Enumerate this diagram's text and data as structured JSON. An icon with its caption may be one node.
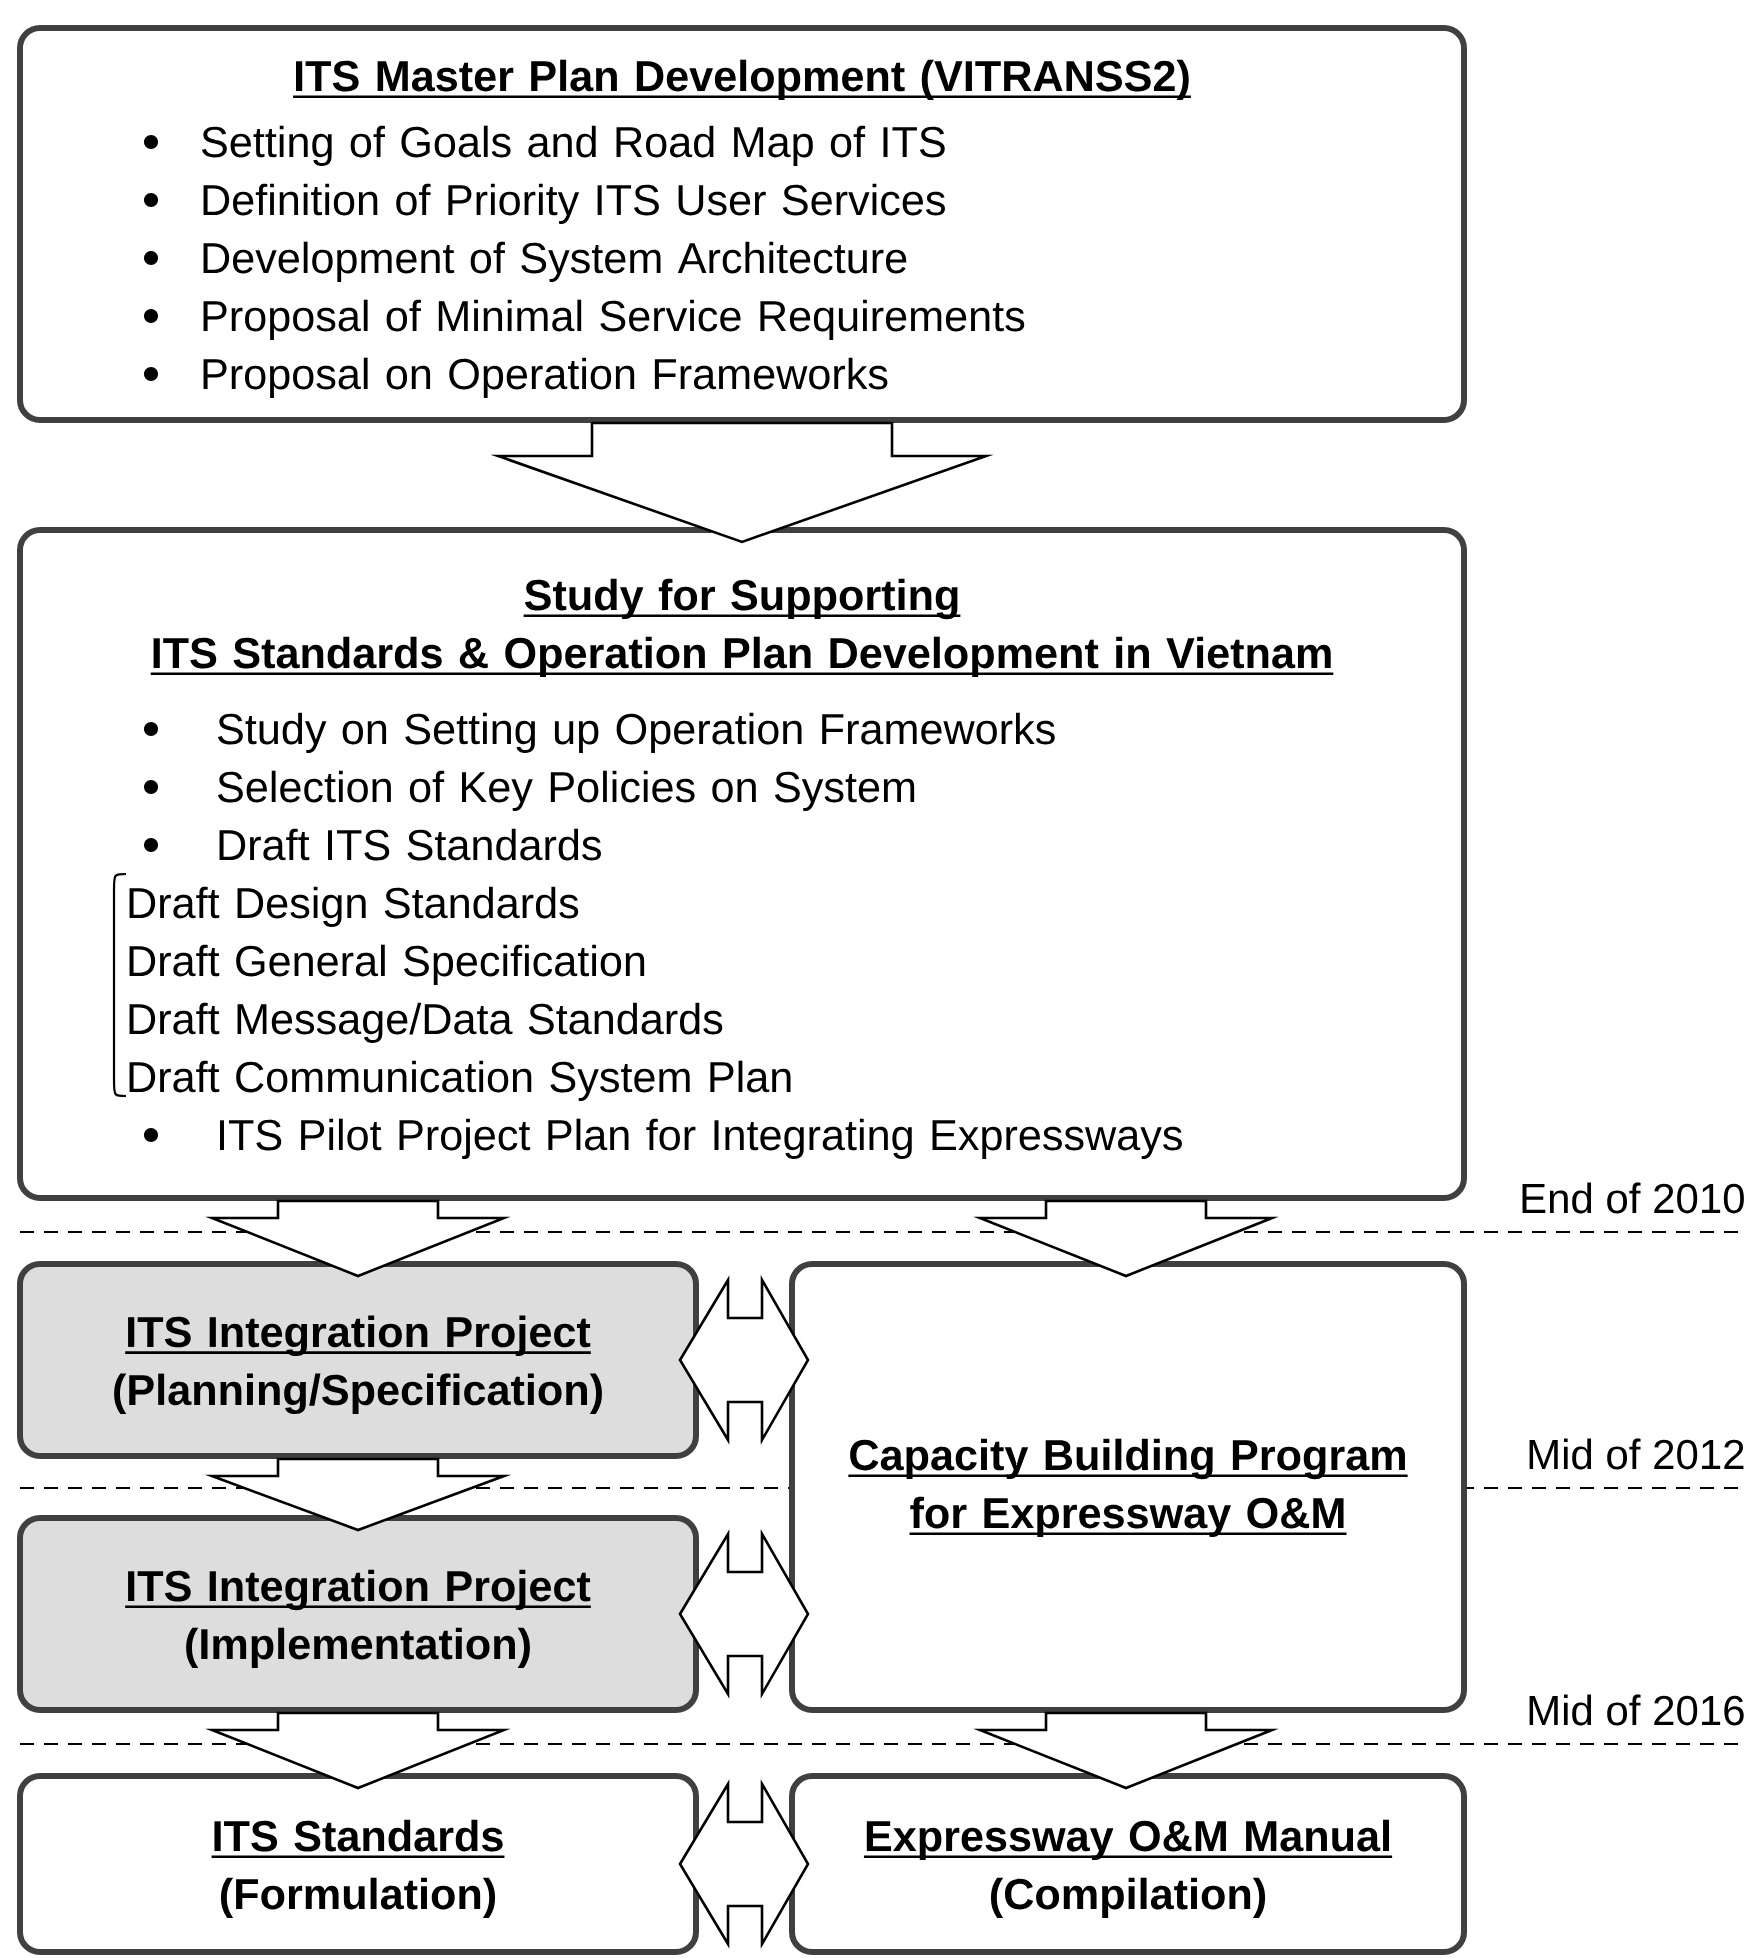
{
  "diagram": {
    "nodes": [
      {
        "text": [
          "ITS Master Plan Development (VITRANSS2)",
          "Setting of Goals and Road Map of ITS",
          "Definition of Priority ITS User Services",
          "Development of System Architecture",
          "Proposal of Minimal Service Requirements",
          "Proposal on Operation Frameworks"
        ]
      },
      {
        "text": [
          "Study for Supporting ITS Standards & Operation Plan Development in Vietnam",
          "Study on Setting up Operation Frameworks",
          "Selection of Key Policies on System",
          "Draft ITS Standards",
          "Draft Design Standards",
          "Draft General Specification",
          "Draft Message/Data Standards",
          "Draft Communication System Plan",
          "ITS Pilot Project Plan for Integrating Expressways"
        ]
      },
      {
        "text": [
          "ITS Integration Project",
          "(Planning/Specification)"
        ]
      },
      {
        "text": [
          "Capacity Building Program for Expressway O&M"
        ]
      },
      {
        "text": [
          "ITS Integration Project",
          "(Implementation)"
        ]
      },
      {
        "text": [
          "ITS Standards",
          "(Formulation)"
        ]
      },
      {
        "text": [
          "Expressway O&M Manual",
          "(Compilation)"
        ]
      }
    ],
    "edges": [
      {
        "from": 0,
        "to": 1,
        "arrow": "to"
      },
      {
        "from": 1,
        "to": 2,
        "arrow": "to"
      },
      {
        "from": 1,
        "to": 3,
        "arrow": "to"
      },
      {
        "from": 2,
        "to": 3,
        "arrow": "both"
      },
      {
        "from": 2,
        "to": 4,
        "arrow": "to"
      },
      {
        "from": 4,
        "to": 3,
        "arrow": "both"
      },
      {
        "from": 4,
        "to": 5,
        "arrow": "to"
      },
      {
        "from": 3,
        "to": 6,
        "arrow": "to"
      },
      {
        "from": 5,
        "to": 6,
        "arrow": "both"
      }
    ],
    "labels": [
      "End of 2010",
      "Mid of 2012",
      "Mid of 2016"
    ]
  }
}
